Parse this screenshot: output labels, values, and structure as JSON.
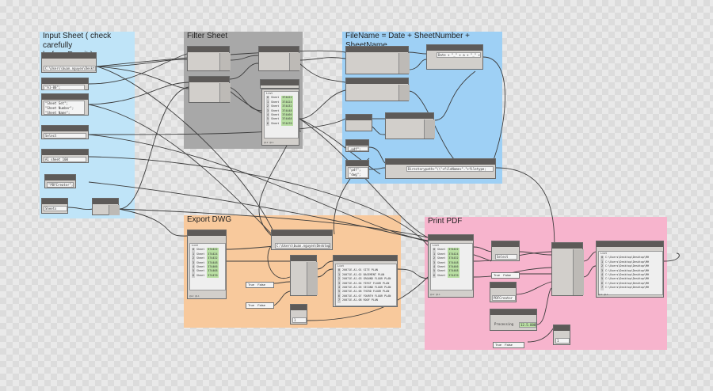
{
  "groups": {
    "input": {
      "title": "Input Sheet ( check carefully\nbefore Run it )",
      "color": "#bfe4f8"
    },
    "filter": {
      "title": "Filter Sheet",
      "color": "#a8a8a8"
    },
    "filename": {
      "title": "FileName = Date + SheetNumber + SheetName",
      "color": "#9ed0f5"
    },
    "dwg": {
      "title": "Export DWG",
      "color": "#f8c99c"
    },
    "pdf": {
      "title": "Print PDF",
      "color": "#f7b4cd"
    }
  },
  "fields": {
    "path_in": "C:\\Users\\buan.nguyen\\Desktop\\MH",
    "a0": "\"A1-00\";",
    "sheet_keys": "\"Sheet Set\";\n\"Sheet Number\";\n\"Sheet Name\";",
    "select": "Select",
    "paper": "A1 sheet 100",
    "creator": "\"PDFCreator\";",
    "sheets": "Sheets",
    "pdf_ext": ".pdf\";",
    "code_ext": "\"pdf\";\n\"dwg\";",
    "date_code": "Date + \"_\" + a + \"_\" + b;",
    "path_code": "Directorypath+\"\\\\\"+fileName+\".\"+filetype;",
    "dwg_path": "C:\\Users\\buan.nguyen\\Desktop\\MH",
    "print_select": "Select",
    "pdfcreator": "PDFCreator",
    "processing": "Processing",
    "processing_val": "12.5.000",
    "one_a": "1",
    "one_b": "1"
  },
  "toggle": {
    "true": "True",
    "false": "False"
  },
  "list_header": "List",
  "footer": "@L2 @L1",
  "sheet_word": "Sheet",
  "sheet_values": [
    "374422",
    "374424",
    "374432",
    "374448",
    "374466",
    "374468",
    "374470"
  ],
  "dwg_sheet_values": [
    "374422",
    "374424",
    "374432",
    "374448",
    "374466",
    "374468",
    "374470"
  ],
  "pdf_sheet_values": [
    "374422",
    "374424",
    "374432",
    "374448",
    "374466",
    "374468",
    "374470"
  ],
  "plan_items": [
    "20071E-A1.01 SITE PLAN",
    "20071E-A1.02 BASEMENT PLAN",
    "20071E-A1.03 GROUND FLOOR PLAN",
    "20071E-A1.04 FIRST FLOOR PLAN",
    "20071E-A1.05 SECOND FLOOR PLAN",
    "20071E-A1.06 THIRD FLOOR PLAN",
    "20071E-A1.07 FOURTH FLOOR PLAN",
    "20071E-A1.08 ROOF PLAN"
  ],
  "path_items": [
    "C:\\Users\\Desktop\\Desktop\\MH",
    "C:\\Users\\Desktop\\Desktop\\MH",
    "C:\\Users\\Desktop\\Desktop\\MH",
    "C:\\Users\\Desktop\\Desktop\\MH",
    "C:\\Users\\Desktop\\Desktop\\MH",
    "C:\\Users\\Desktop\\Desktop\\MH",
    "C:\\Users\\Desktop\\Desktop\\MH",
    "C:\\Users\\Desktop\\Desktop\\MH"
  ],
  "colors": {
    "wire": "#3c3c3c",
    "node_header": "#5d5a58",
    "node_body": "#d2cfcb",
    "highlight": "#b9dfa3"
  }
}
